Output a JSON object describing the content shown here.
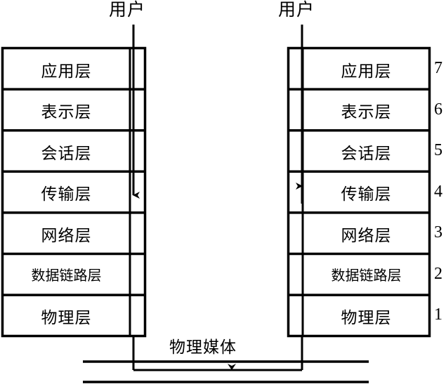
{
  "diagram": {
    "title_left": "用户",
    "title_right": "用户",
    "media_label": "物理媒体",
    "stroke_color": "#000000",
    "background_color": "#ffffff",
    "left_stack": {
      "layers": [
        {
          "label": "应用层"
        },
        {
          "label": "表示层"
        },
        {
          "label": "会话层"
        },
        {
          "label": "传输层"
        },
        {
          "label": "网络层"
        },
        {
          "label": "数据链路层"
        },
        {
          "label": "物理层"
        }
      ]
    },
    "right_stack": {
      "layers": [
        {
          "label": "应用层",
          "number": "7"
        },
        {
          "label": "表示层",
          "number": "6"
        },
        {
          "label": "会话层",
          "number": "5"
        },
        {
          "label": "传输层",
          "number": "4"
        },
        {
          "label": "网络层",
          "number": "3"
        },
        {
          "label": "数据链路层",
          "number": "2"
        },
        {
          "label": "物理层",
          "number": "1"
        }
      ]
    }
  }
}
